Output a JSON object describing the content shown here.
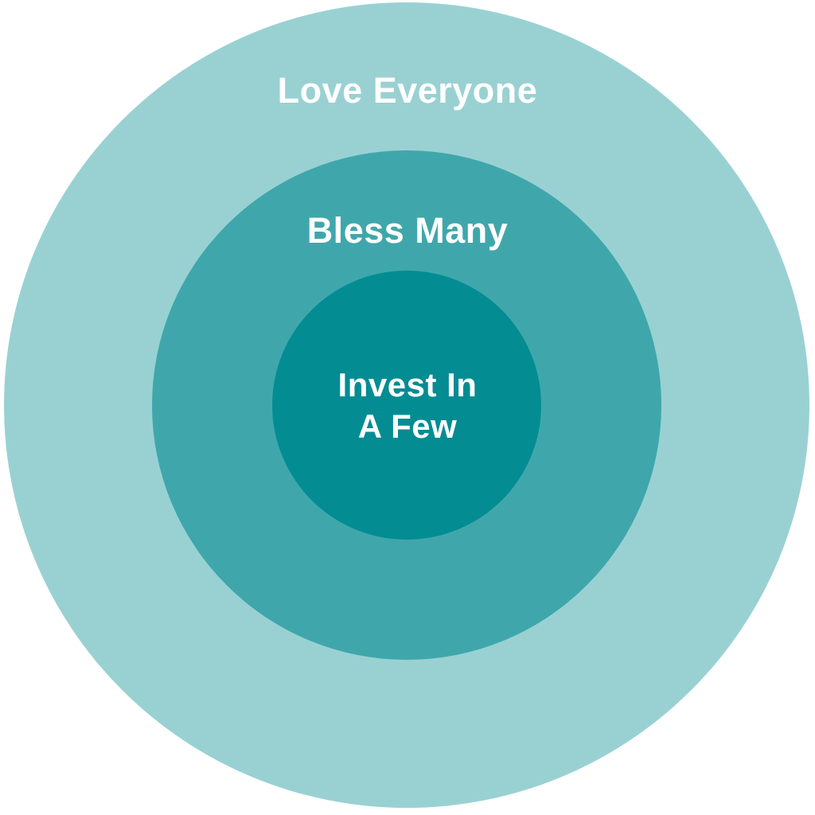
{
  "diagram": {
    "type": "concentric-circles",
    "background_color": "#ffffff",
    "text_color": "#ffffff",
    "rings": [
      {
        "id": "outer",
        "label": "Love Everyone",
        "color": "#99d1d3"
      },
      {
        "id": "middle",
        "label": "Bless Many",
        "color": "#3fa7ab"
      },
      {
        "id": "inner",
        "label": "Invest In A Few",
        "label_lines": [
          "Invest In",
          "A Few"
        ],
        "color": "#048c93"
      }
    ]
  }
}
